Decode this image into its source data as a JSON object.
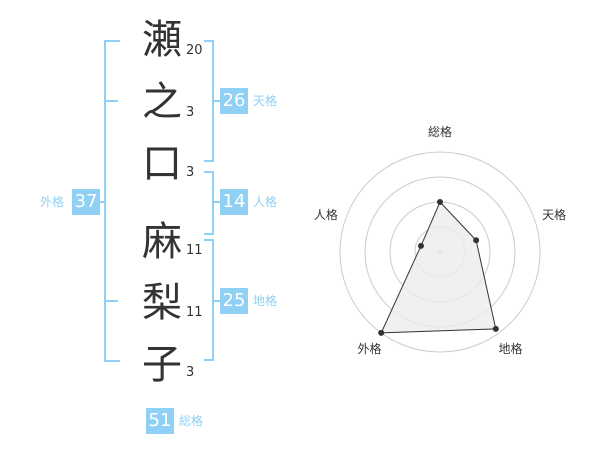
{
  "name_chars": [
    {
      "char": "瀬",
      "strokes": "20"
    },
    {
      "char": "之",
      "strokes": "3"
    },
    {
      "char": "口",
      "strokes": "3"
    },
    {
      "char": "麻",
      "strokes": "11"
    },
    {
      "char": "梨",
      "strokes": "11"
    },
    {
      "char": "子",
      "strokes": "3"
    }
  ],
  "kaku": {
    "tenkaku": {
      "label": "天格",
      "value": "26"
    },
    "jinkaku": {
      "label": "人格",
      "value": "14"
    },
    "chikaku": {
      "label": "地格",
      "value": "25"
    },
    "gaikaku": {
      "label": "外格",
      "value": "37"
    },
    "soukaku": {
      "label": "総格",
      "value": "51"
    }
  },
  "chart_data": {
    "type": "radar",
    "axes": [
      "総格",
      "天格",
      "地格",
      "外格",
      "人格"
    ],
    "values": [
      0.5,
      0.38,
      0.95,
      1.0,
      0.2
    ],
    "rings": 4,
    "colors": {
      "fill": "#ececec",
      "stroke": "#333333",
      "grid": "#cccccc",
      "accent": "#8fd0f4"
    }
  }
}
